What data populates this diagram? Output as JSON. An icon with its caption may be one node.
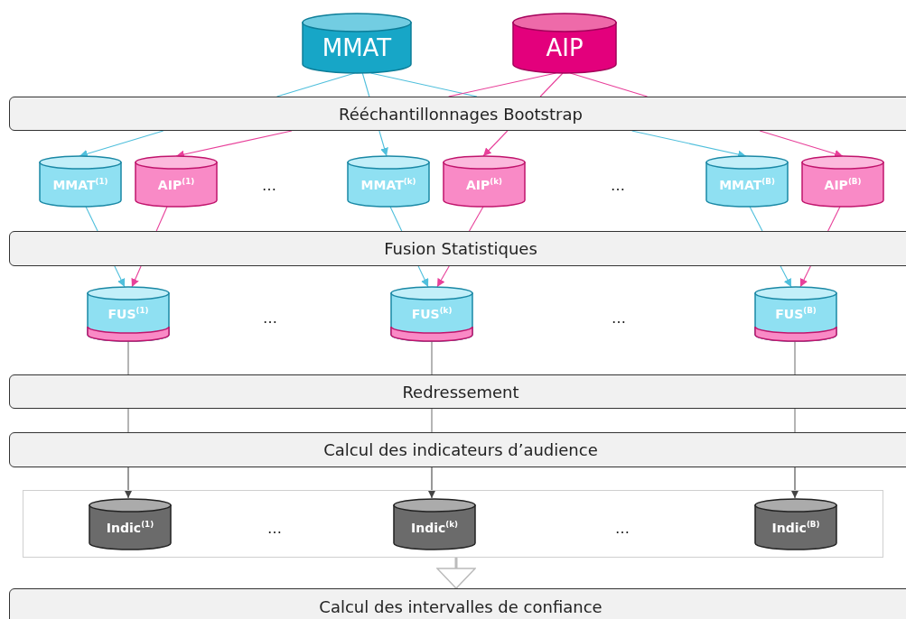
{
  "diagram": {
    "nodes": [
      {
        "text": [
          "MMAT"
        ]
      },
      {
        "text": [
          "AIP"
        ]
      },
      {
        "text": [
          "Rééchantillonnages Bootstrap"
        ]
      },
      {
        "text": [
          "MMAT$^{(1)}$"
        ]
      },
      {
        "text": [
          "AIP$^{(1)}$"
        ]
      },
      {
        "text": [
          "MMAT$^{(k)}$"
        ]
      },
      {
        "text": [
          "AIP$^{(k)}$"
        ]
      },
      {
        "text": [
          "MMAT$^{(B)}$"
        ]
      },
      {
        "text": [
          "AIP$^{(B)}$"
        ]
      },
      {
        "text": [
          "Fusion Statistiques"
        ]
      },
      {
        "text": [
          "FUS$^{(1)}$"
        ]
      },
      {
        "text": [
          "FUS$^{(k)}$"
        ]
      },
      {
        "text": [
          "FUS$^{(B)}$"
        ]
      },
      {
        "text": [
          "Redressement"
        ]
      },
      {
        "text": [
          "Calcul des indicateurs d’audience"
        ]
      },
      {
        "text": [],
        "shape": "box"
      },
      {
        "text": [
          "Indic$^{(1)}$"
        ],
        "in": 15
      },
      {
        "text": [
          "Indic$^{(k)}$"
        ],
        "in": 15
      },
      {
        "text": [
          "Indic$^{(B)}$"
        ],
        "in": 15
      },
      {
        "text": [
          "Calcul des intervalles de confiance"
        ]
      }
    ],
    "edges": [
      {
        "from": 0,
        "to": 2,
        "arrow": "none",
        "color": "#4fbfdc"
      },
      {
        "from": 0,
        "to": 2,
        "arrow": "none",
        "color": "#4fbfdc"
      },
      {
        "from": 0,
        "to": 2,
        "arrow": "none",
        "color": "#4fbfdc"
      },
      {
        "from": 1,
        "to": 2,
        "arrow": "none",
        "color": "#e8409a"
      },
      {
        "from": 1,
        "to": 2,
        "arrow": "none",
        "color": "#e8409a"
      },
      {
        "from": 1,
        "to": 2,
        "arrow": "none",
        "color": "#e8409a"
      },
      {
        "from": 2,
        "to": 3,
        "arrow": "to",
        "color": "#4fbfdc"
      },
      {
        "from": 2,
        "to": 5,
        "arrow": "to",
        "color": "#4fbfdc"
      },
      {
        "from": 2,
        "to": 7,
        "arrow": "to",
        "color": "#4fbfdc"
      },
      {
        "from": 2,
        "to": 4,
        "arrow": "to",
        "color": "#e8409a"
      },
      {
        "from": 2,
        "to": 6,
        "arrow": "to",
        "color": "#e8409a"
      },
      {
        "from": 2,
        "to": 8,
        "arrow": "to",
        "color": "#e8409a"
      },
      {
        "from": 3,
        "to": 9,
        "arrow": "none",
        "color": "#4fbfdc"
      },
      {
        "from": 4,
        "to": 9,
        "arrow": "none",
        "color": "#e8409a"
      },
      {
        "from": 5,
        "to": 9,
        "arrow": "none",
        "color": "#4fbfdc"
      },
      {
        "from": 6,
        "to": 9,
        "arrow": "none",
        "color": "#e8409a"
      },
      {
        "from": 7,
        "to": 9,
        "arrow": "none",
        "color": "#4fbfdc"
      },
      {
        "from": 8,
        "to": 9,
        "arrow": "none",
        "color": "#e8409a"
      },
      {
        "from": 9,
        "to": 10,
        "arrow": "to",
        "color": "#4fbfdc"
      },
      {
        "from": 9,
        "to": 10,
        "arrow": "to",
        "color": "#e8409a"
      },
      {
        "from": 9,
        "to": 11,
        "arrow": "to",
        "color": "#4fbfdc"
      },
      {
        "from": 9,
        "to": 11,
        "arrow": "to",
        "color": "#e8409a"
      },
      {
        "from": 9,
        "to": 12,
        "arrow": "to",
        "color": "#4fbfdc"
      },
      {
        "from": 9,
        "to": 12,
        "arrow": "to",
        "color": "#e8409a"
      },
      {
        "from": 10,
        "to": 13,
        "arrow": "none",
        "color": "#777777"
      },
      {
        "from": 11,
        "to": 13,
        "arrow": "none",
        "color": "#777777"
      },
      {
        "from": 12,
        "to": 13,
        "arrow": "none",
        "color": "#777777"
      },
      {
        "from": 13,
        "to": 14,
        "arrow": "none",
        "color": "#777777"
      },
      {
        "from": 13,
        "to": 14,
        "arrow": "none",
        "color": "#777777"
      },
      {
        "from": 13,
        "to": 14,
        "arrow": "none",
        "color": "#777777"
      },
      {
        "from": 14,
        "to": 16,
        "arrow": "to",
        "color": "#444444"
      },
      {
        "from": 14,
        "to": 17,
        "arrow": "to",
        "color": "#444444"
      },
      {
        "from": 14,
        "to": 18,
        "arrow": "to",
        "color": "#444444"
      },
      {
        "from": 15,
        "to": 19,
        "arrow": "to",
        "style": "thick",
        "color": "#bbbbbb"
      }
    ],
    "labels": [
      "…",
      "…",
      "…",
      "…",
      "…",
      "…"
    ]
  }
}
